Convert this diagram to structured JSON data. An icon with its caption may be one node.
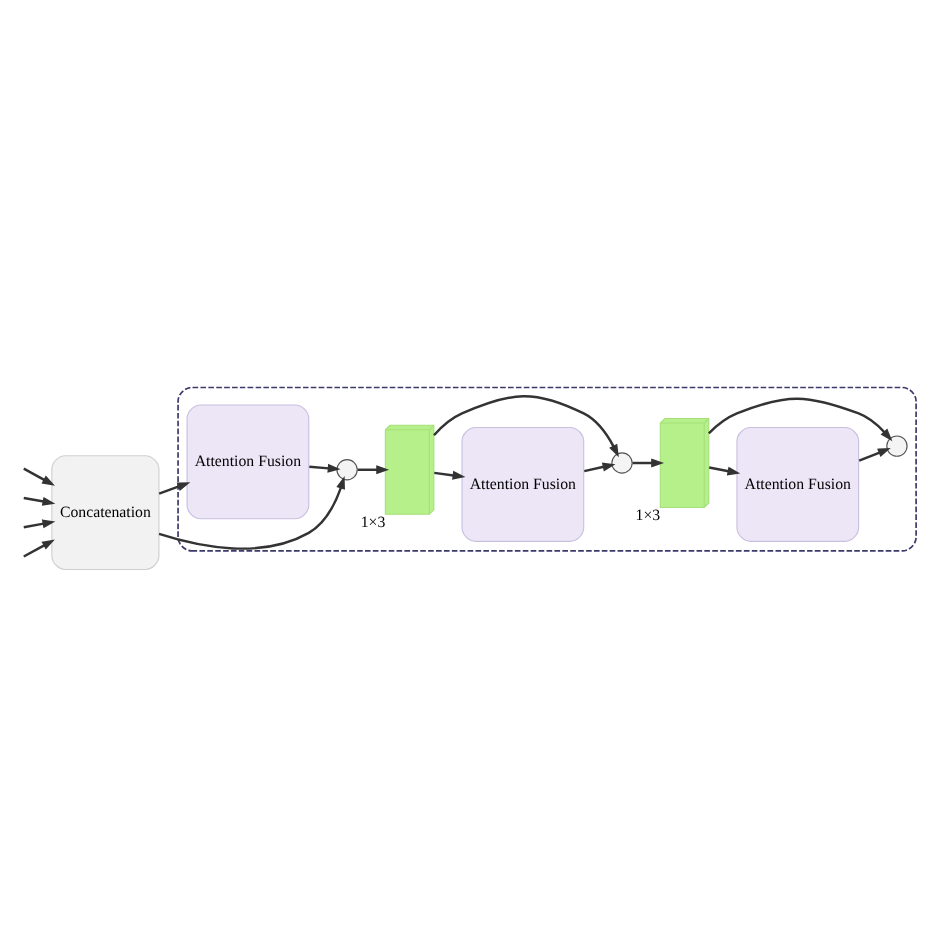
{
  "diagram": {
    "nodes": [
      {
        "text": [
          "Concatenation"
        ]
      },
      {
        "text": [],
        "shape": "box"
      },
      {
        "text": [
          "Attention Fusion"
        ],
        "in": 1
      },
      {
        "text": [],
        "shape": "circle",
        "in": 1
      },
      {
        "text": [],
        "shape": "box",
        "in": 1,
        "beside": [
          "1×3"
        ]
      },
      {
        "text": [
          "Attention Fusion"
        ],
        "in": 1
      },
      {
        "text": [],
        "shape": "circle",
        "in": 1
      },
      {
        "text": [],
        "shape": "box",
        "in": 1,
        "beside": [
          "1×3"
        ]
      },
      {
        "text": [
          "Attention Fusion"
        ],
        "in": 1
      },
      {
        "text": [],
        "shape": "circle",
        "in": 1
      }
    ],
    "edges": [
      {
        "from": null,
        "to": 0,
        "arrow": "to"
      },
      {
        "from": null,
        "to": 0,
        "arrow": "to"
      },
      {
        "from": null,
        "to": 0,
        "arrow": "to"
      },
      {
        "from": null,
        "to": 0,
        "arrow": "to"
      },
      {
        "from": 0,
        "to": 2,
        "arrow": "to"
      },
      {
        "from": 0,
        "to": 3,
        "arrow": "to"
      },
      {
        "from": 2,
        "to": 3,
        "arrow": "to"
      },
      {
        "from": 3,
        "to": 4,
        "arrow": "to"
      },
      {
        "from": 4,
        "to": 5,
        "arrow": "to"
      },
      {
        "from": 4,
        "to": 6,
        "arrow": "to"
      },
      {
        "from": 5,
        "to": 6,
        "arrow": "to"
      },
      {
        "from": 6,
        "to": 7,
        "arrow": "to"
      },
      {
        "from": 7,
        "to": 8,
        "arrow": "to"
      },
      {
        "from": 7,
        "to": 9,
        "arrow": "to"
      },
      {
        "from": 8,
        "to": 9,
        "arrow": "to"
      }
    ]
  }
}
